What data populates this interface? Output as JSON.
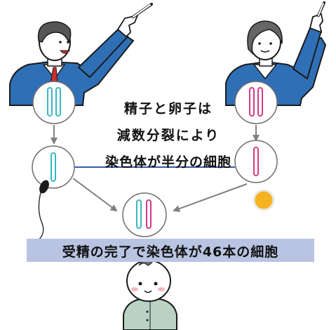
{
  "caption": {
    "line1": "精子と卵子は",
    "line2": "減数分裂により",
    "line3": "染色体が半分の細胞"
  },
  "banner": {
    "text": "受精の完了で染色体が46本の細胞"
  },
  "colors": {
    "male_chromosome": "#39b8c0",
    "female_chromosome": "#d43a86",
    "arrow": "#808080",
    "connector_line": "#3a5aa8",
    "banner_bg": "#b9c4e2",
    "egg": "#f5b322",
    "suit": "#2f6fb6"
  },
  "icons": {
    "father": "pointing-man-icon",
    "mother": "pointing-woman-icon",
    "sperm": "sperm-icon",
    "egg": "egg-icon",
    "baby": "baby-icon"
  }
}
